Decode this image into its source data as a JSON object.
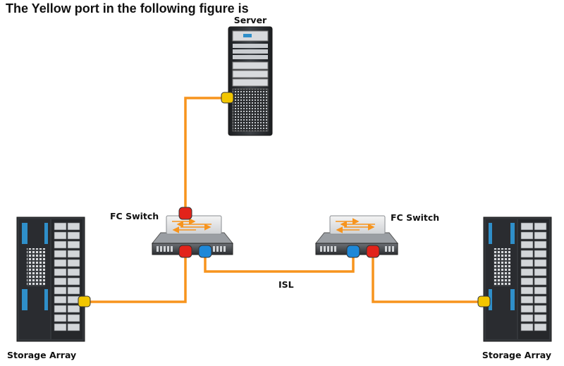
{
  "question": "The Yellow port in the following figure is",
  "labels": {
    "server": "Server",
    "switch_left": "FC Switch",
    "switch_right": "FC Switch",
    "isl": "ISL",
    "storage_left": "Storage Array",
    "storage_right": "Storage Array"
  },
  "colors": {
    "cable": "#f7941d",
    "port_yellow": "#f2c600",
    "port_red": "#e2231a",
    "port_blue": "#1e88d8",
    "rack_dark": "#33363a",
    "rack_accent": "#2f8fc9"
  }
}
